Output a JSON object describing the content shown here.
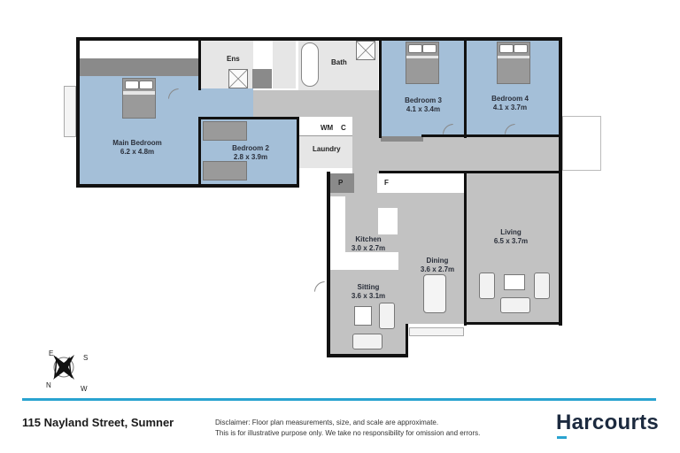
{
  "floor_plan": {
    "rooms": [
      {
        "name": "Main Bedroom",
        "size": "6.2 x 4.8m"
      },
      {
        "name": "Bedroom 2",
        "size": "2.8 x 3.9m"
      },
      {
        "name": "Bedroom 3",
        "size": "4.1 x 3.4m"
      },
      {
        "name": "Bedroom 4",
        "size": "4.1 x 3.7m"
      },
      {
        "name": "Kitchen",
        "size": "3.0 x 2.7m"
      },
      {
        "name": "Dining",
        "size": "3.6 x 2.7m"
      },
      {
        "name": "Sitting",
        "size": "3.6 x 3.1m"
      },
      {
        "name": "Living",
        "size": "6.5 x 3.7m"
      }
    ],
    "utility_labels": {
      "ensuite": "Ens",
      "bath": "Bath",
      "laundry": "Laundry",
      "washing_machine": "WM",
      "cupboard": "C",
      "pantry": "P",
      "fridge": "F"
    },
    "colors": {
      "bedroom_fill": "#a4bfd8",
      "living_fill": "#c2c2c2",
      "wet_area_fill": "#e6e6e6",
      "wall": "#111111",
      "accent": "#2aa3d0"
    }
  },
  "compass": {
    "n": "N",
    "e": "E",
    "s": "S",
    "w": "W"
  },
  "footer": {
    "address": "115 Nayland Street, Sumner",
    "disclaimer_line1": "Disclaimer: Floor plan measurements, size, and scale are approximate.",
    "disclaimer_line2": "This is for illustrative purpose only. We take no responsibility for omission and errors.",
    "brand": "Harcourts"
  }
}
